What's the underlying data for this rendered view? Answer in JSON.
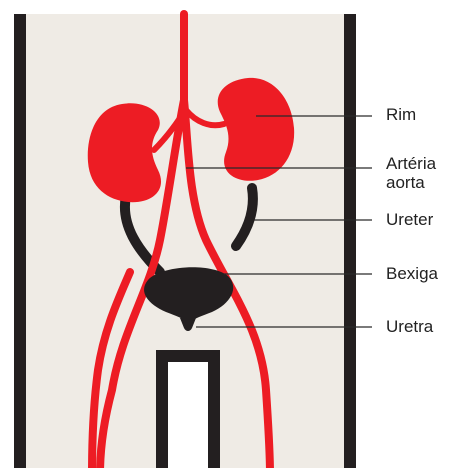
{
  "colors": {
    "background": "#ffffff",
    "panel": "#efebe5",
    "outline": "#231f20",
    "vessel_red": "#ed1c24",
    "label_text": "#222222"
  },
  "labels": {
    "kidney": "Rim",
    "aorta_line1": "Artéria",
    "aorta_line2": "aorta",
    "ureter": "Ureter",
    "bladder": "Bexiga",
    "urethra": "Uretra"
  }
}
